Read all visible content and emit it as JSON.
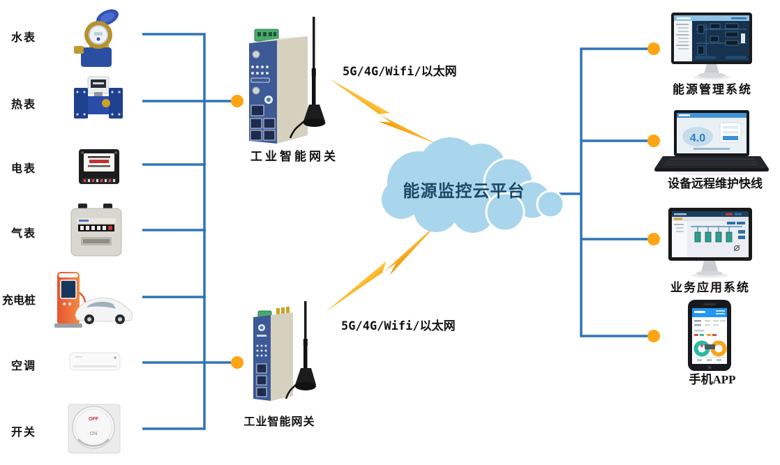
{
  "diagram": {
    "left_devices": [
      {
        "label": "水表"
      },
      {
        "label": "热表"
      },
      {
        "label": "电表"
      },
      {
        "label": "气表"
      },
      {
        "label": "充电桩"
      },
      {
        "label": "空调"
      },
      {
        "label": "开关"
      }
    ],
    "gateways": [
      {
        "label": "工业智能网关"
      },
      {
        "label": "工业智能网关"
      }
    ],
    "links": [
      {
        "label": "5G/4G/Wifi/以太网"
      },
      {
        "label": "5G/4G/Wifi/以太网"
      }
    ],
    "cloud": {
      "label": "能源监控云平台"
    },
    "right_systems": [
      {
        "label": "能源管理系统"
      },
      {
        "label": "设备远程维护快线"
      },
      {
        "label": "业务应用系统"
      },
      {
        "label": "手机APP"
      }
    ],
    "device_details": {
      "switch_off": "OFF",
      "switch_on": "ON",
      "laptop_screen": "4.0"
    },
    "colors": {
      "line": "#2E75B6",
      "node": "#FFA412",
      "bolt": "#F9A61A",
      "cloud_fill": "#A9D6EC",
      "cloud_text": "#1E4866"
    }
  }
}
